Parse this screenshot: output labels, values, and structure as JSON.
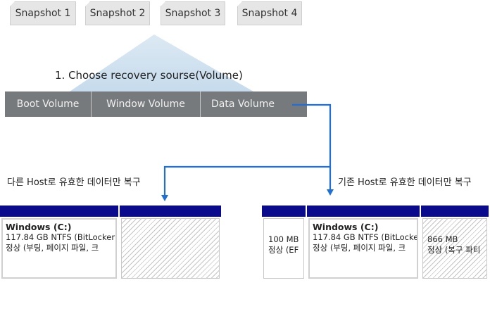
{
  "snapshots": [
    "Snapshot 1",
    "Snapshot 2",
    "Snapshot 3",
    "Snapshot 4"
  ],
  "step_title": "1. Choose recovery sourse(Volume)",
  "volumes": [
    "Boot Volume",
    "Window Volume",
    "Data Volume"
  ],
  "captions": {
    "left": "다른 Host로 유효한 데이터만 복구",
    "right": "기존 Host로 유효한 데이터만 복구"
  },
  "left_disk": {
    "windows": {
      "name": "Windows  (C:)",
      "size": "117.84 GB NTFS (BitLocker",
      "status": "정상 (부팅, 페이지 파일, 크"
    }
  },
  "right_disk": {
    "efi": {
      "size": "100 MB",
      "status": "정상 (EF"
    },
    "windows": {
      "name": "Windows  (C:)",
      "size": "117.84 GB NTFS (BitLocke",
      "status": "정상 (부팅, 페이지 파일, 크"
    },
    "recovery": {
      "size": "866 MB",
      "status": "정상 (복구 파티"
    }
  },
  "colors": {
    "arrow": "#1f6fd6",
    "volume_bar": "#777a7c",
    "partition_header": "#0a0a8c",
    "beam": "#cfe0ee"
  }
}
